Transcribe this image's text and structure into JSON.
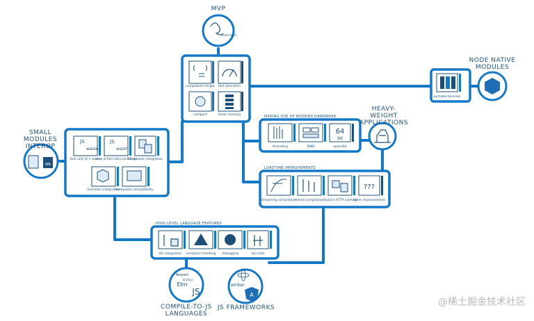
{
  "colors": {
    "blue": "#1478c8",
    "ink": "#1e4f7a",
    "light": "#dcebf7"
  },
  "labels": {
    "mvp": "MVP",
    "node_native_line1": "NODE NATIVE",
    "node_native_line2": "MODULES",
    "heavy_line1": "HEAVY-WEIGHT",
    "heavy_line2": "APPLICATIONS",
    "small_line1": "SMALL MODULES",
    "small_line2": "INTEROP",
    "compile_line1": "COMPILE-TO-JS",
    "compile_line2": "LANGUAGES",
    "frameworks": "JS FRAMEWORKS",
    "start_here": "start here"
  },
  "mvp_box": {
    "items": [
      {
        "label": "compilation target"
      },
      {
        "label": "fast execution"
      },
      {
        "label": "compact"
      },
      {
        "label": "linear memory"
      }
    ]
  },
  "node_box": {
    "items": [
      {
        "label": "portable binaries"
      }
    ]
  },
  "hardware_box": {
    "title": "MAKING USE OF MODERN HARDWARE",
    "items": [
      {
        "label": "threading"
      },
      {
        "label": "SIMD"
      },
      {
        "label": "wasm64"
      }
    ],
    "wasm64_text": "64",
    "wasm64_sub": "bit"
  },
  "loadtime_box": {
    "title": "LOADTIME IMPROVEMENTS",
    "items": [
      {
        "label": "streaming compilation"
      },
      {
        "label": "tiered compilation"
      },
      {
        "label": "implicit HTTP caching"
      },
      {
        "label": "other improvements"
      }
    ],
    "other_text": "???"
  },
  "interop_box": {
    "items": [
      {
        "label": "fast calls JS ↔ wasm"
      },
      {
        "label": "easy & fast data exchange"
      },
      {
        "label": "ES module integration"
      },
      {
        "label": "toolchain integration"
      },
      {
        "label": "backwards compatibility"
      }
    ],
    "js_text": "JS",
    "wasm_text": "wasm"
  },
  "hll_box": {
    "title": "HIGH LEVEL LANGUAGE FEATURES",
    "items": [
      {
        "label": "GC integration"
      },
      {
        "label": "exception handling"
      },
      {
        "label": "debugging"
      },
      {
        "label": "tail calls"
      }
    ]
  },
  "compile_circle": {
    "lines": [
      "Reason",
      "Scala.js",
      "Elm",
      "JS"
    ]
  },
  "frameworks_circle": {
    "texts": [
      "ember",
      "A"
    ]
  },
  "watermark": "@稀土掘金技术社区"
}
